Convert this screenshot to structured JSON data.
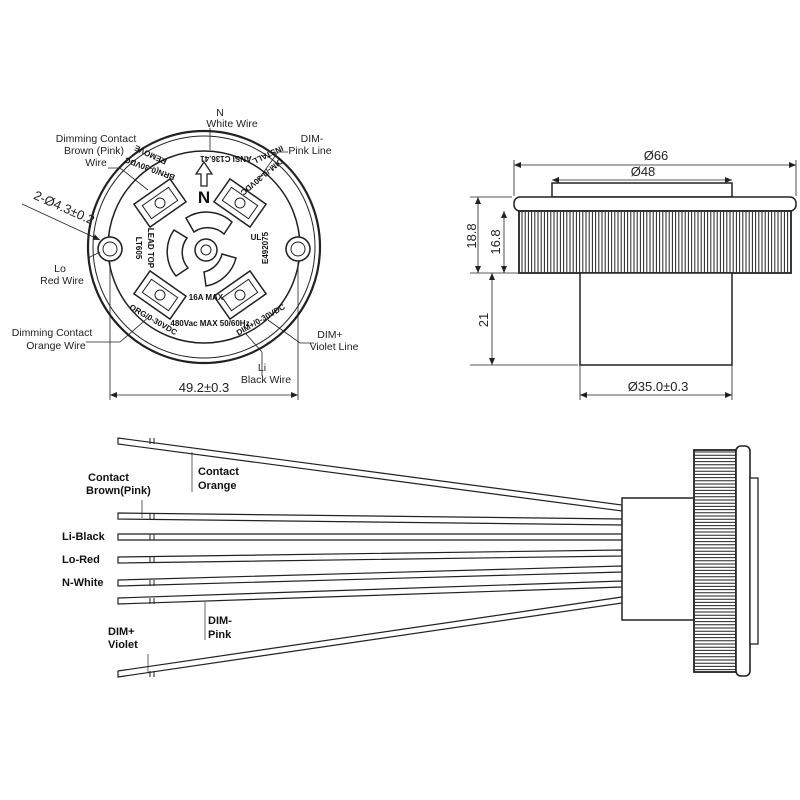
{
  "front_view": {
    "top_label": {
      "line1": "N",
      "line2": "White Wire"
    },
    "callouts": [
      {
        "line1": "Dimming Contact",
        "line2": "Brown (Pink)",
        "line3": "Wire"
      },
      {
        "line1": "DIM-",
        "line2": "Pink Line"
      },
      {
        "line1": "Lo",
        "line2": "Red Wire"
      },
      {
        "line1": "Dimming Contact",
        "line2": "Orange Wire"
      },
      {
        "line1": "DIM+",
        "line2": "Violet Line"
      },
      {
        "line1": "Li",
        "line2": "Black Wire"
      }
    ],
    "hole_dim": "2-Ø4.3±0.2",
    "width_dim": "49.2±0.3",
    "body_text": {
      "arrow_n": "N",
      "lead_top": "LEAD TOP",
      "model": "LT605",
      "current": "16A MAX",
      "cert": "E492075",
      "ratings": "480Vac MAX 50/60Hz",
      "arc_top": "ANSI C136.41",
      "remove": "REMOVE",
      "install": "INSTALL",
      "brn_arc": "BRN(0-30VDC",
      "dim_top": "DIM-/0-30VDC",
      "org": "ORG/0-30VDC",
      "dim_bottom": "DIM+/0-30VDC"
    }
  },
  "side_view": {
    "dim_outer": "Ø66",
    "dim_inner": "Ø48",
    "dim_h1": "18.8",
    "dim_h2": "16.8",
    "dim_body": "21",
    "dim_base": "Ø35.0±0.3"
  },
  "wire_view": {
    "labels": [
      {
        "line1": "Contact",
        "line2": "Orange"
      },
      {
        "line1": "Contact",
        "line2": "Brown(Pink)"
      },
      {
        "line1": "Li-Black"
      },
      {
        "line1": "Lo-Red"
      },
      {
        "line1": "N-White"
      },
      {
        "line1": "DIM-",
        "line2": "Pink"
      },
      {
        "line1": "DIM+",
        "line2": "Violet"
      }
    ]
  },
  "colors": {
    "line": "#222222",
    "background": "#ffffff"
  }
}
